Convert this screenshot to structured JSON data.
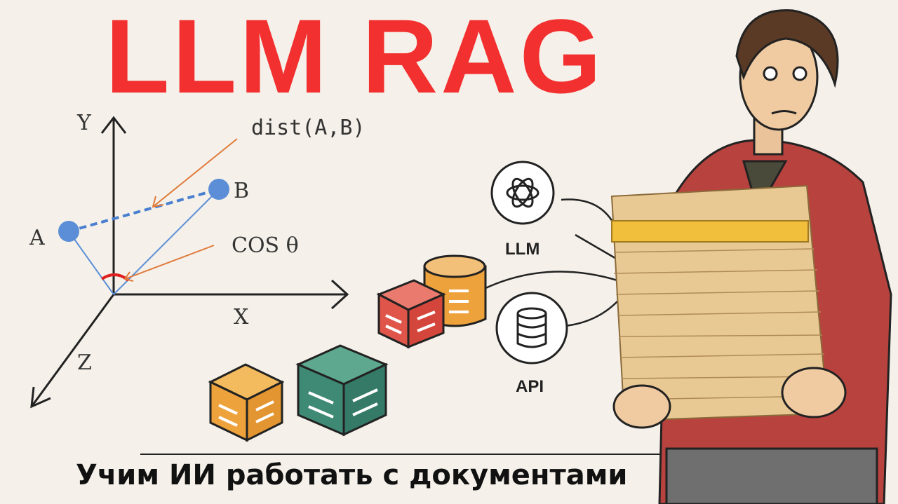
{
  "title": "LLM RAG",
  "subtitle": "Учим ИИ работать с документами",
  "diagram": {
    "axis_y": "Y",
    "axis_x": "X",
    "axis_z": "Z",
    "point_a": "A",
    "point_b": "B",
    "distance_label": "dist(A,B)",
    "cosine_label": "COS θ"
  },
  "icons": {
    "llm_label": "LLM",
    "api_label": "API"
  },
  "colors": {
    "title": "#f2302f",
    "point": "#5b8ed6",
    "arrow": "#e07a3a",
    "cube_red": "#e0554a",
    "cube_orange": "#eea23c",
    "cube_teal": "#3f8a74"
  }
}
